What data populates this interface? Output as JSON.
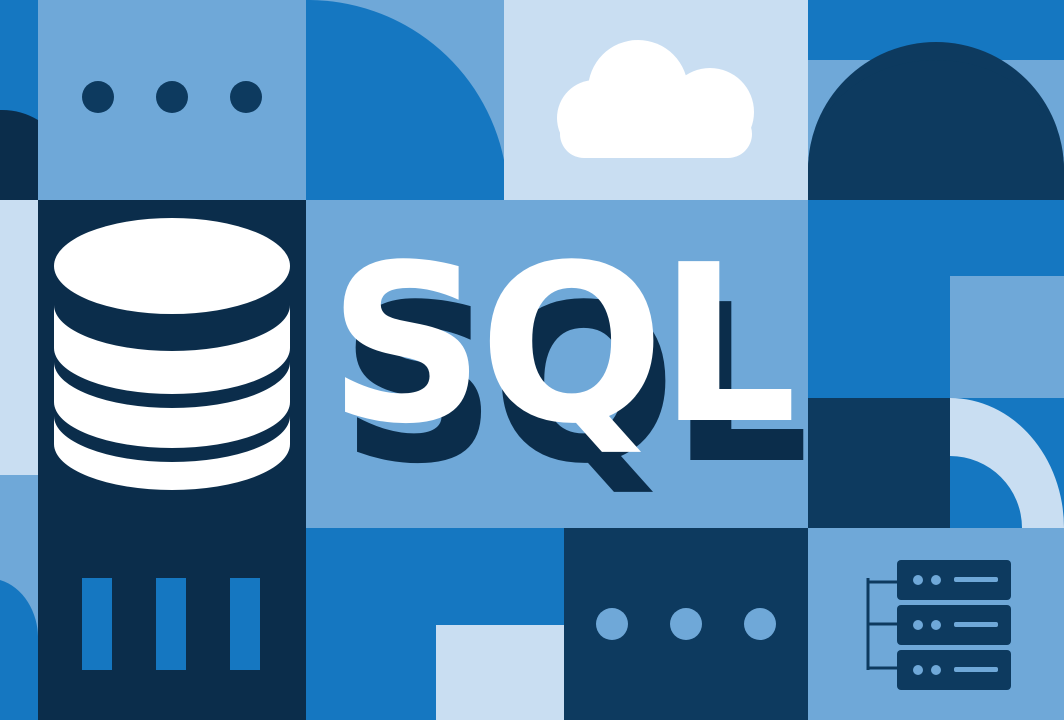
{
  "headline": {
    "text": "SQL"
  },
  "palette": {
    "navy": "#0b2d4b",
    "dark_blue": "#0d3a5f",
    "medium_blue": "#1577c1",
    "light_blue": "#6fa8d8",
    "pale_blue": "#c9def2",
    "white": "#ffffff"
  },
  "icons": [
    "database-stack-icon",
    "three-dots-icon",
    "cloud-icon",
    "vertical-bars-icon",
    "server-rack-icon",
    "semicircle-shape",
    "quarter-circle-shape"
  ]
}
